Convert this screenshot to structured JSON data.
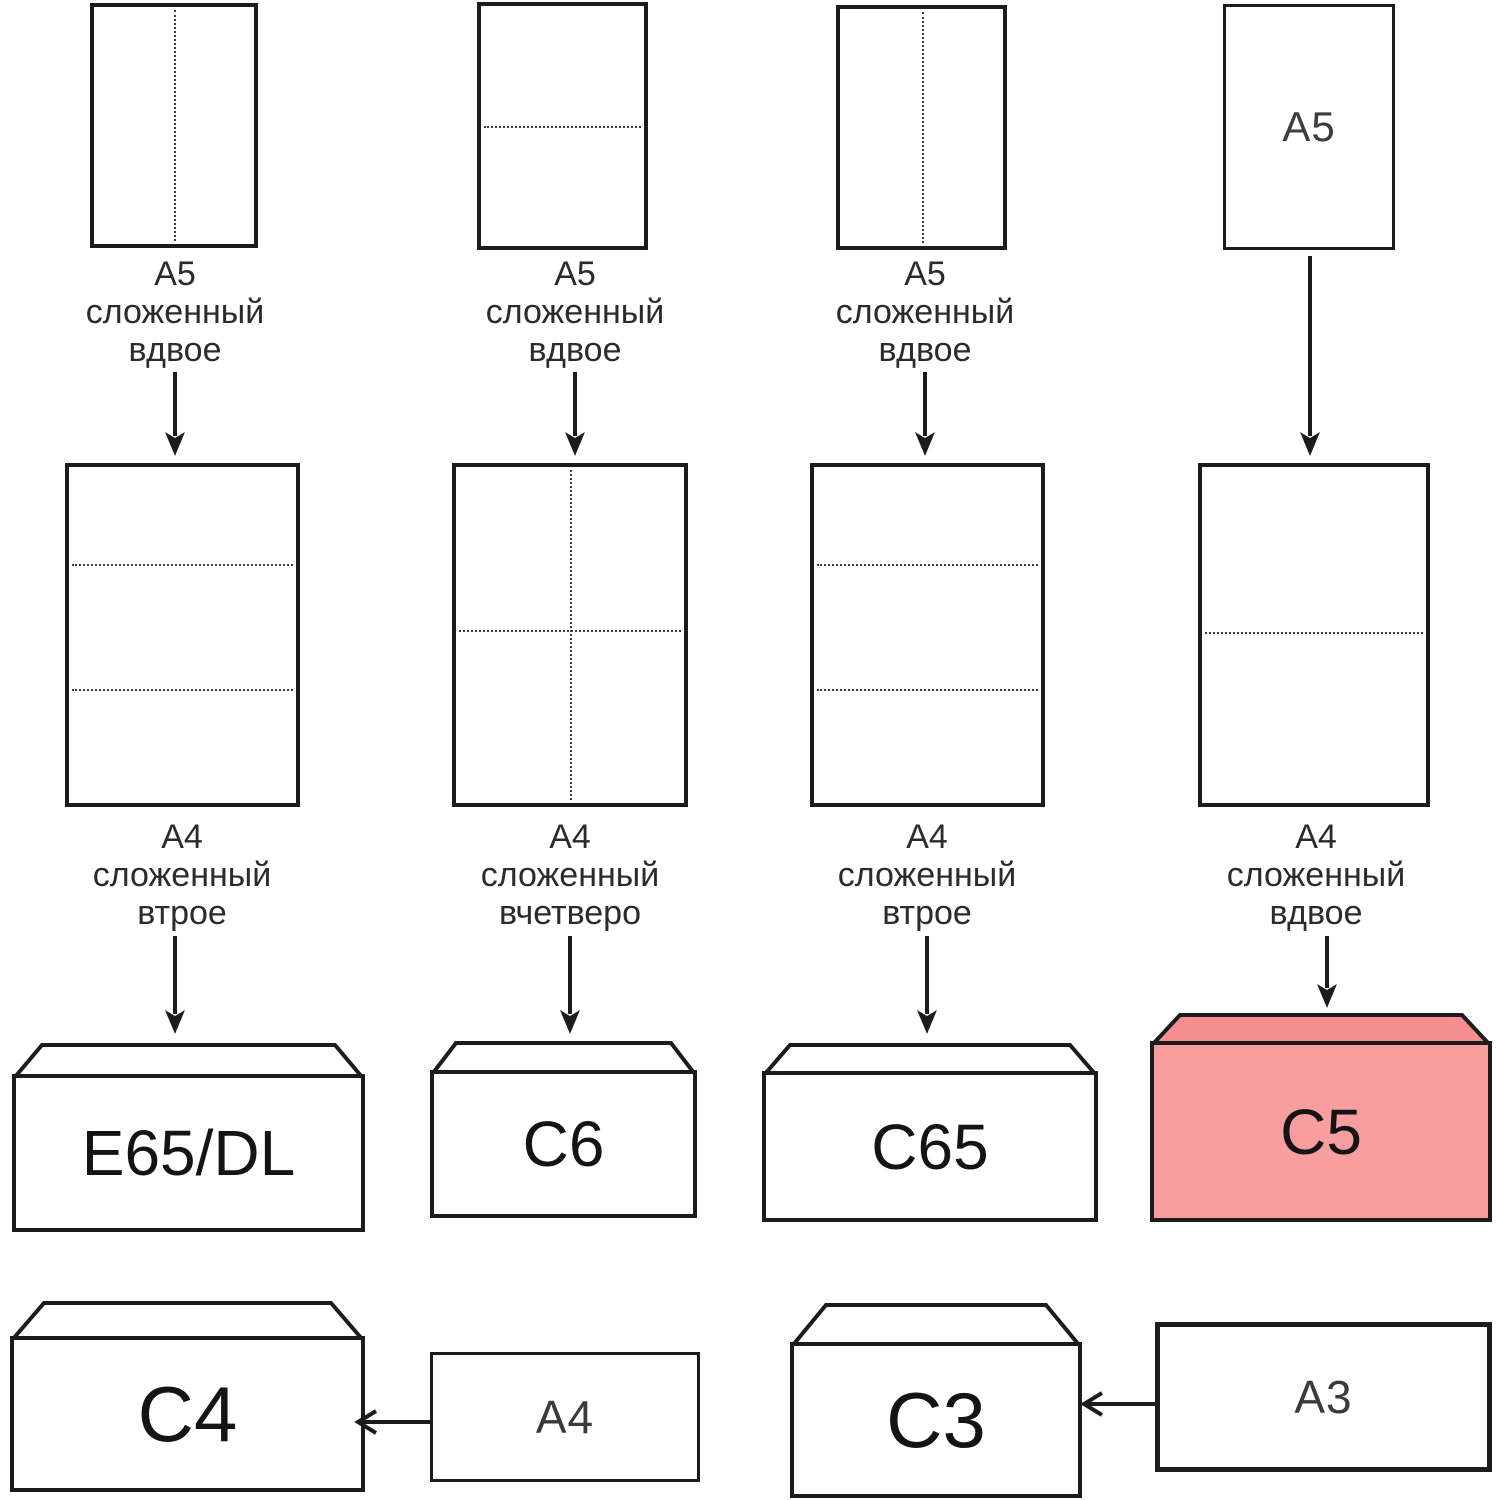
{
  "diagram_title": "A-series paper folds into C-series envelopes",
  "colors": {
    "outline": "#1c1c1c",
    "text": "#2b2b2b",
    "highlight_envelope_body": "#f99e9e",
    "highlight_envelope_flap": "#f69090"
  },
  "columns": [
    {
      "top_caption": [
        "А5",
        "сложенный",
        "вдвое"
      ],
      "mid_caption": [
        "А4",
        "сложенный",
        "втрое"
      ],
      "envelope_label": "E65/DL",
      "highlighted": false
    },
    {
      "top_caption": [
        "А5",
        "сложенный",
        "вдвое"
      ],
      "mid_caption": [
        "А4",
        "сложенный",
        "вчетверо"
      ],
      "envelope_label": "C6",
      "highlighted": false
    },
    {
      "top_caption": [
        "А5",
        "сложенный",
        "вдвое"
      ],
      "mid_caption": [
        "А4",
        "сложенный",
        "втрое"
      ],
      "envelope_label": "C65",
      "highlighted": false
    },
    {
      "top_paper_label": "A5",
      "mid_caption": [
        "А4",
        "сложенный",
        "вдвое"
      ],
      "envelope_label": "C5",
      "highlighted": true
    }
  ],
  "bottom": {
    "left": {
      "envelope_label": "C4",
      "paper_label": "A4"
    },
    "right": {
      "envelope_label": "C3",
      "paper_label": "A3"
    }
  }
}
